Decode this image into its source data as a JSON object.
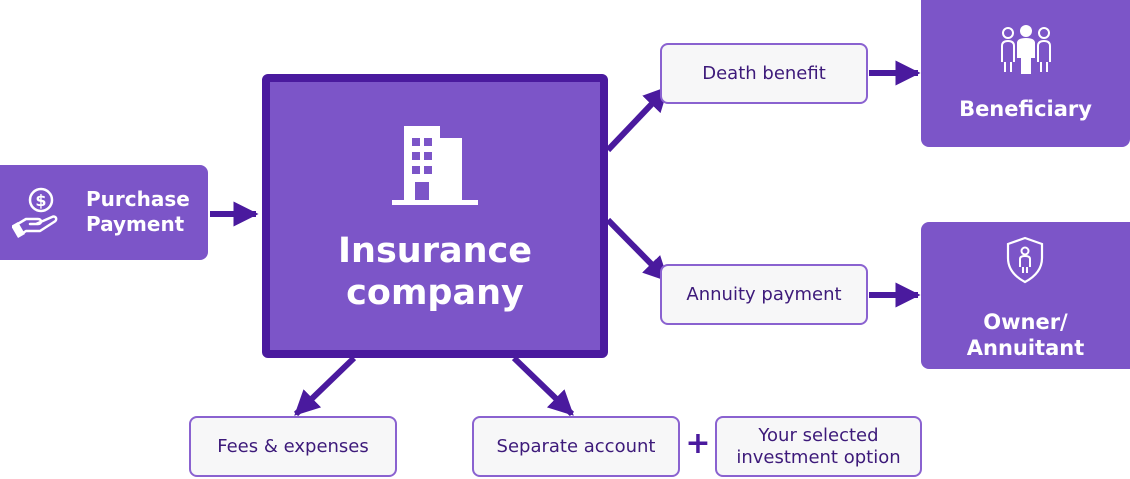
{
  "purchase": {
    "line1": "Purchase",
    "line2": "Payment"
  },
  "insurance": {
    "line1": "Insurance",
    "line2": "company"
  },
  "death_benefit": "Death benefit",
  "annuity_payment": "Annuity payment",
  "beneficiary": "Beneficiary",
  "owner": {
    "line1": "Owner/",
    "line2": "Annuitant"
  },
  "fees": "Fees & expenses",
  "separate_account": "Separate account",
  "plus": "+",
  "investment": {
    "line1": "Your selected",
    "line2": "investment option"
  },
  "icons": {
    "purchase": "hand-dollar-icon",
    "insurance": "building-icon",
    "beneficiary": "people-group-icon",
    "owner": "shield-person-icon"
  },
  "colors": {
    "primary": "#7c55c8",
    "dark": "#4a1a9e",
    "text": "#3d1a7a",
    "box_bg": "#f7f7f8"
  }
}
